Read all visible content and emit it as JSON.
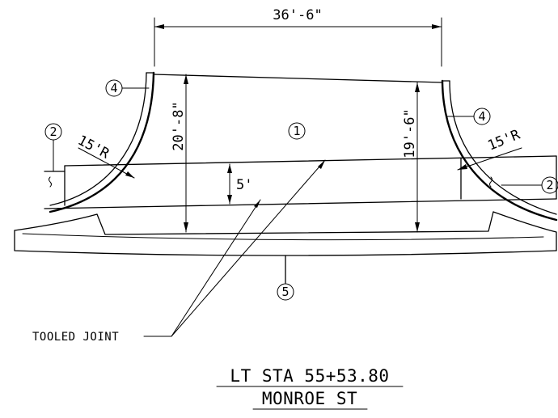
{
  "dimensions": {
    "top_width": "36'-6\"",
    "left_height": "20'-8\"",
    "right_height": "19'-6\"",
    "crosswalk_width": "5'",
    "left_radius": "15'R",
    "right_radius": "15'R"
  },
  "callouts": {
    "c1": "1",
    "c2_left": "2",
    "c2_right": "2",
    "c4_left": "4",
    "c4_right": "4",
    "c5": "5"
  },
  "notes": {
    "tooled_joint": "TOOLED JOINT"
  },
  "caption": {
    "station": "LT STA 55+53.80",
    "street": "MONROE ST"
  }
}
